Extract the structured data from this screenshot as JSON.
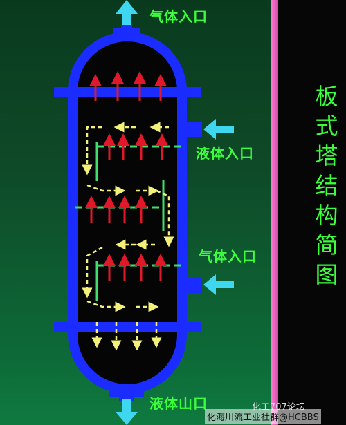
{
  "labels": {
    "gas_outlet": "气体入口",
    "liquid_inlet": "液体入口",
    "gas_inlet": "气体入口",
    "liquid_outlet": "液体山口"
  },
  "title": "板式塔结构简图",
  "watermark": {
    "line1": "化工707论坛",
    "line2": "化海川流工业社群@HCBBS"
  },
  "colors": {
    "vessel": "#1a2cff",
    "inlet_arrow": "#3fd6f0",
    "gas_flow": "#e0192a",
    "liquid_flow": "#f3f17a",
    "label_text": "#3cff3c",
    "tray": "#3fe06a"
  }
}
